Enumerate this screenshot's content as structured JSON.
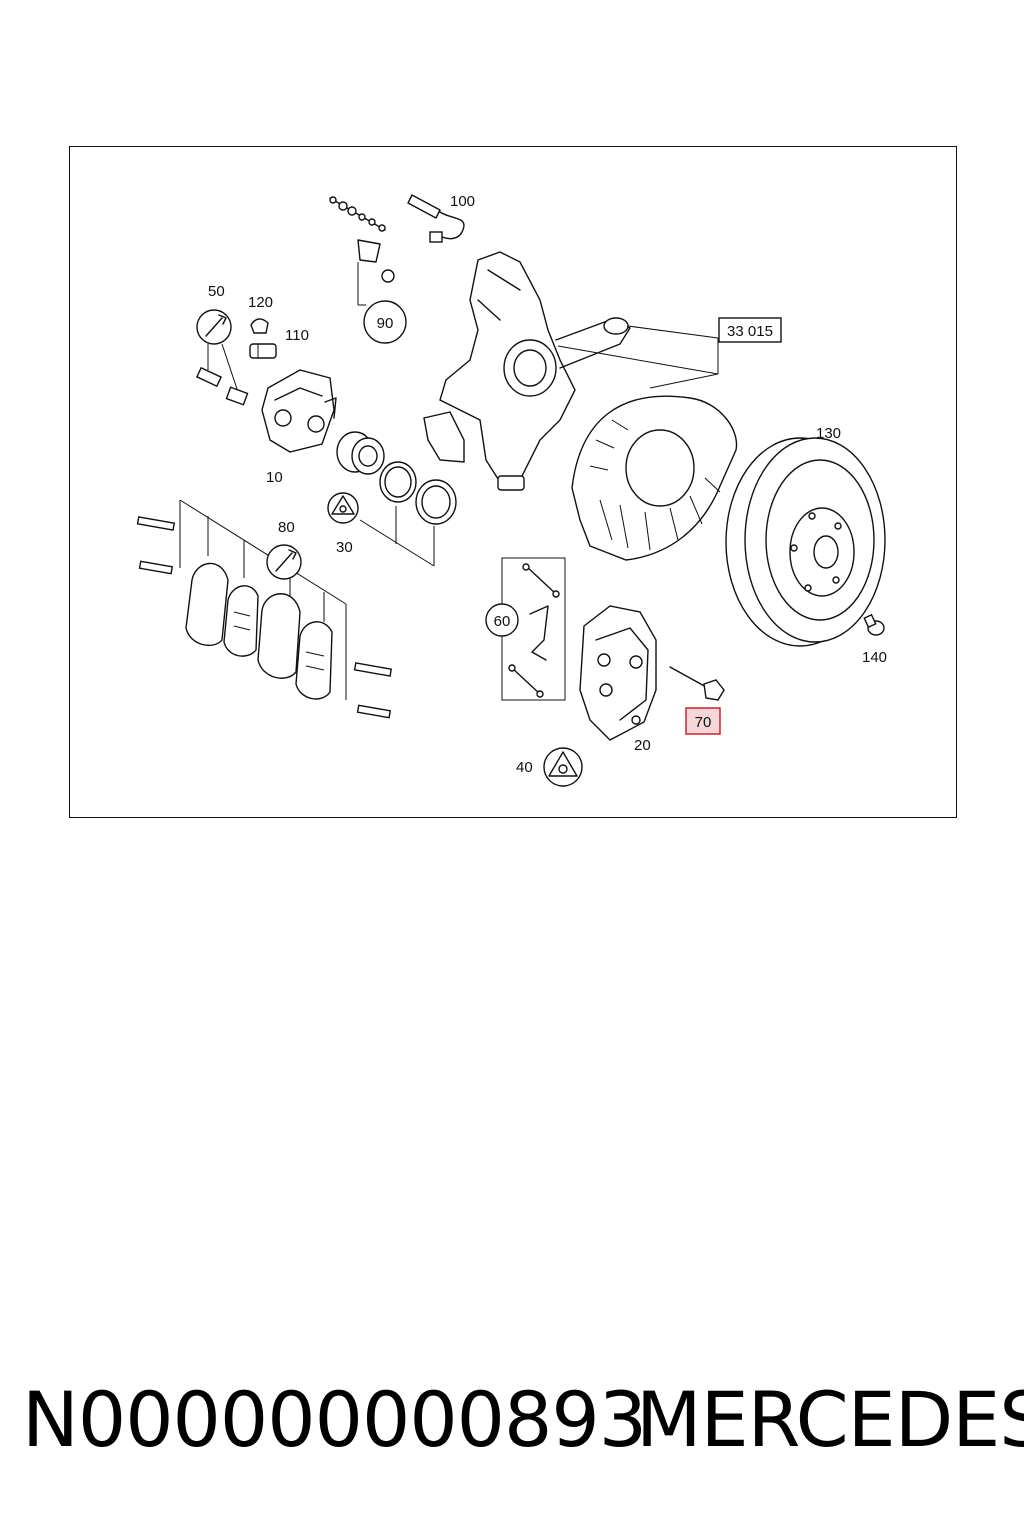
{
  "diagram": {
    "highlight_color": "#d3202a",
    "highlight_fill": "#f6d6d9",
    "callouts": {
      "c100": "100",
      "c50": "50",
      "c120": "120",
      "c110": "110",
      "c90": "90",
      "c33015": "33 015",
      "c130": "130",
      "c10": "10",
      "c30": "30",
      "c80": "80",
      "c60": "60",
      "c140": "140",
      "c70": "70",
      "c20": "20",
      "c40": "40"
    }
  },
  "footer": {
    "part_number": "N000000000893",
    "brand": "MERCEDES"
  }
}
